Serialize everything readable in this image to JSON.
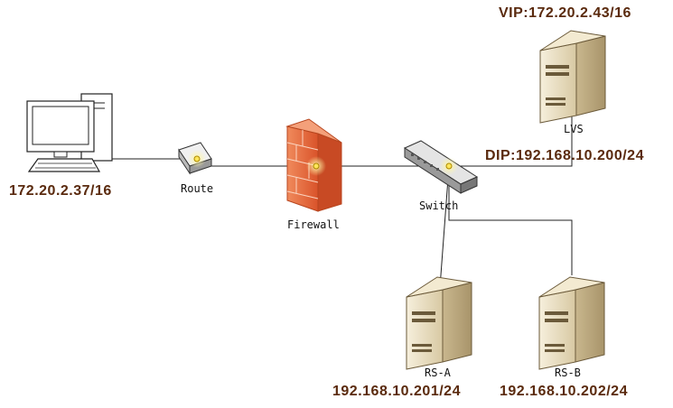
{
  "diagram": {
    "client": {
      "ip": "172.20.2.37/16"
    },
    "router": {
      "label": "Route"
    },
    "firewall": {
      "label": "Firewall"
    },
    "switch": {
      "label": "Switch"
    },
    "lvs": {
      "label": "LVS",
      "vip": "VIP:172.20.2.43/16",
      "dip": "DIP:192.168.10.200/24"
    },
    "rs_a": {
      "label": "RS-A",
      "ip": "192.168.10.201/24"
    },
    "rs_b": {
      "label": "RS-B",
      "ip": "192.168.10.202/24"
    },
    "colors": {
      "line": "#222222",
      "ip_text": "#5a2a0e",
      "server_body": "#e8dcc0",
      "firewall": "#e8673a"
    }
  }
}
